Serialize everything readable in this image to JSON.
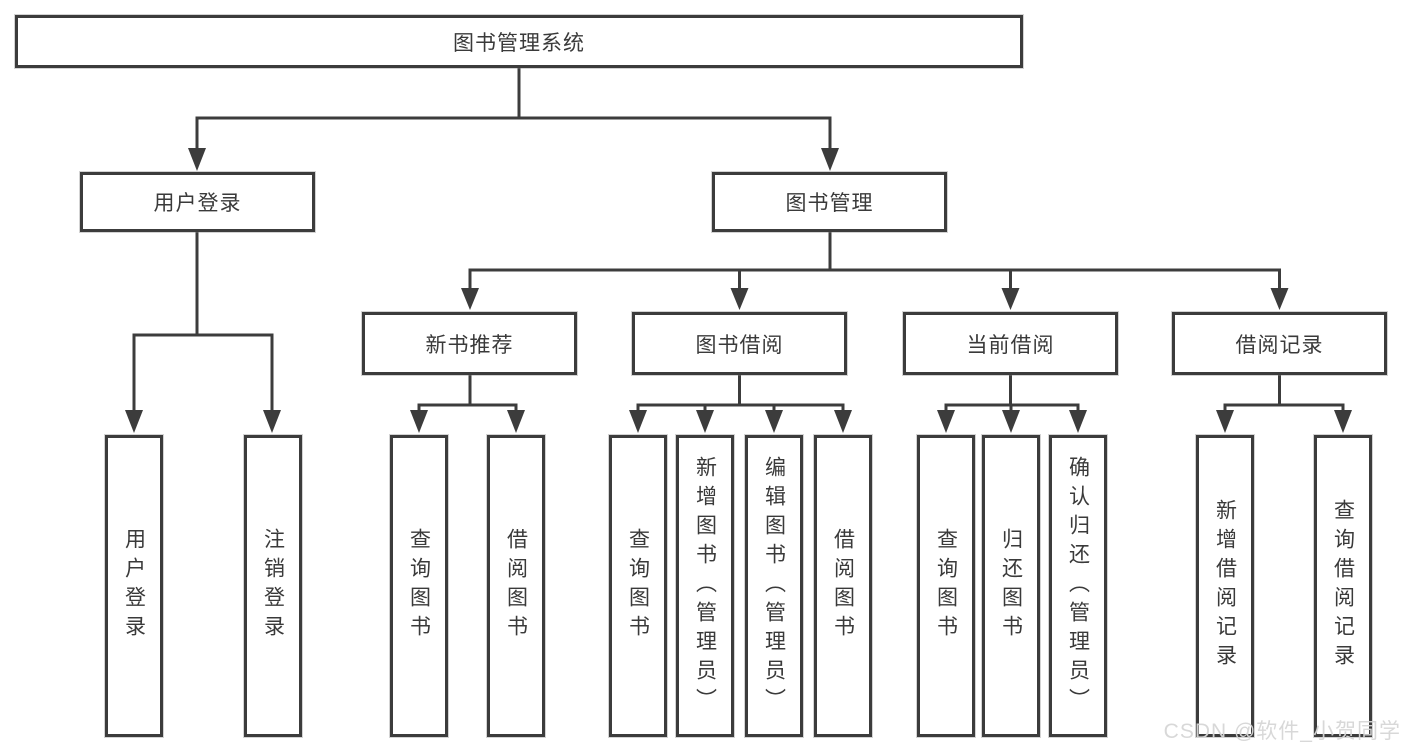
{
  "tree": {
    "label": "图书管理系统",
    "children": [
      {
        "label": "用户登录",
        "children": [
          {
            "label": "用户登录"
          },
          {
            "label": "注销登录"
          }
        ]
      },
      {
        "label": "图书管理",
        "children": [
          {
            "label": "新书推荐",
            "children": [
              {
                "label": "查询图书"
              },
              {
                "label": "借阅图书"
              }
            ]
          },
          {
            "label": "图书借阅",
            "children": [
              {
                "label": "查询图书"
              },
              {
                "label": "新增图书（管理员）"
              },
              {
                "label": "编辑图书（管理员）"
              },
              {
                "label": "借阅图书"
              }
            ]
          },
          {
            "label": "当前借阅",
            "children": [
              {
                "label": "查询图书"
              },
              {
                "label": "归还图书"
              },
              {
                "label": "确认归还（管理员）"
              }
            ]
          },
          {
            "label": "借阅记录",
            "children": [
              {
                "label": "新增借阅记录"
              },
              {
                "label": "查询借阅记录"
              }
            ]
          }
        ]
      }
    ]
  },
  "watermark": {
    "text": "CSDN @软件_小贺同学"
  },
  "colors": {
    "line": "#3c3c3c",
    "text": "#3a3a3a",
    "background": "#ffffff",
    "watermark_text": "#d6d6d6"
  }
}
